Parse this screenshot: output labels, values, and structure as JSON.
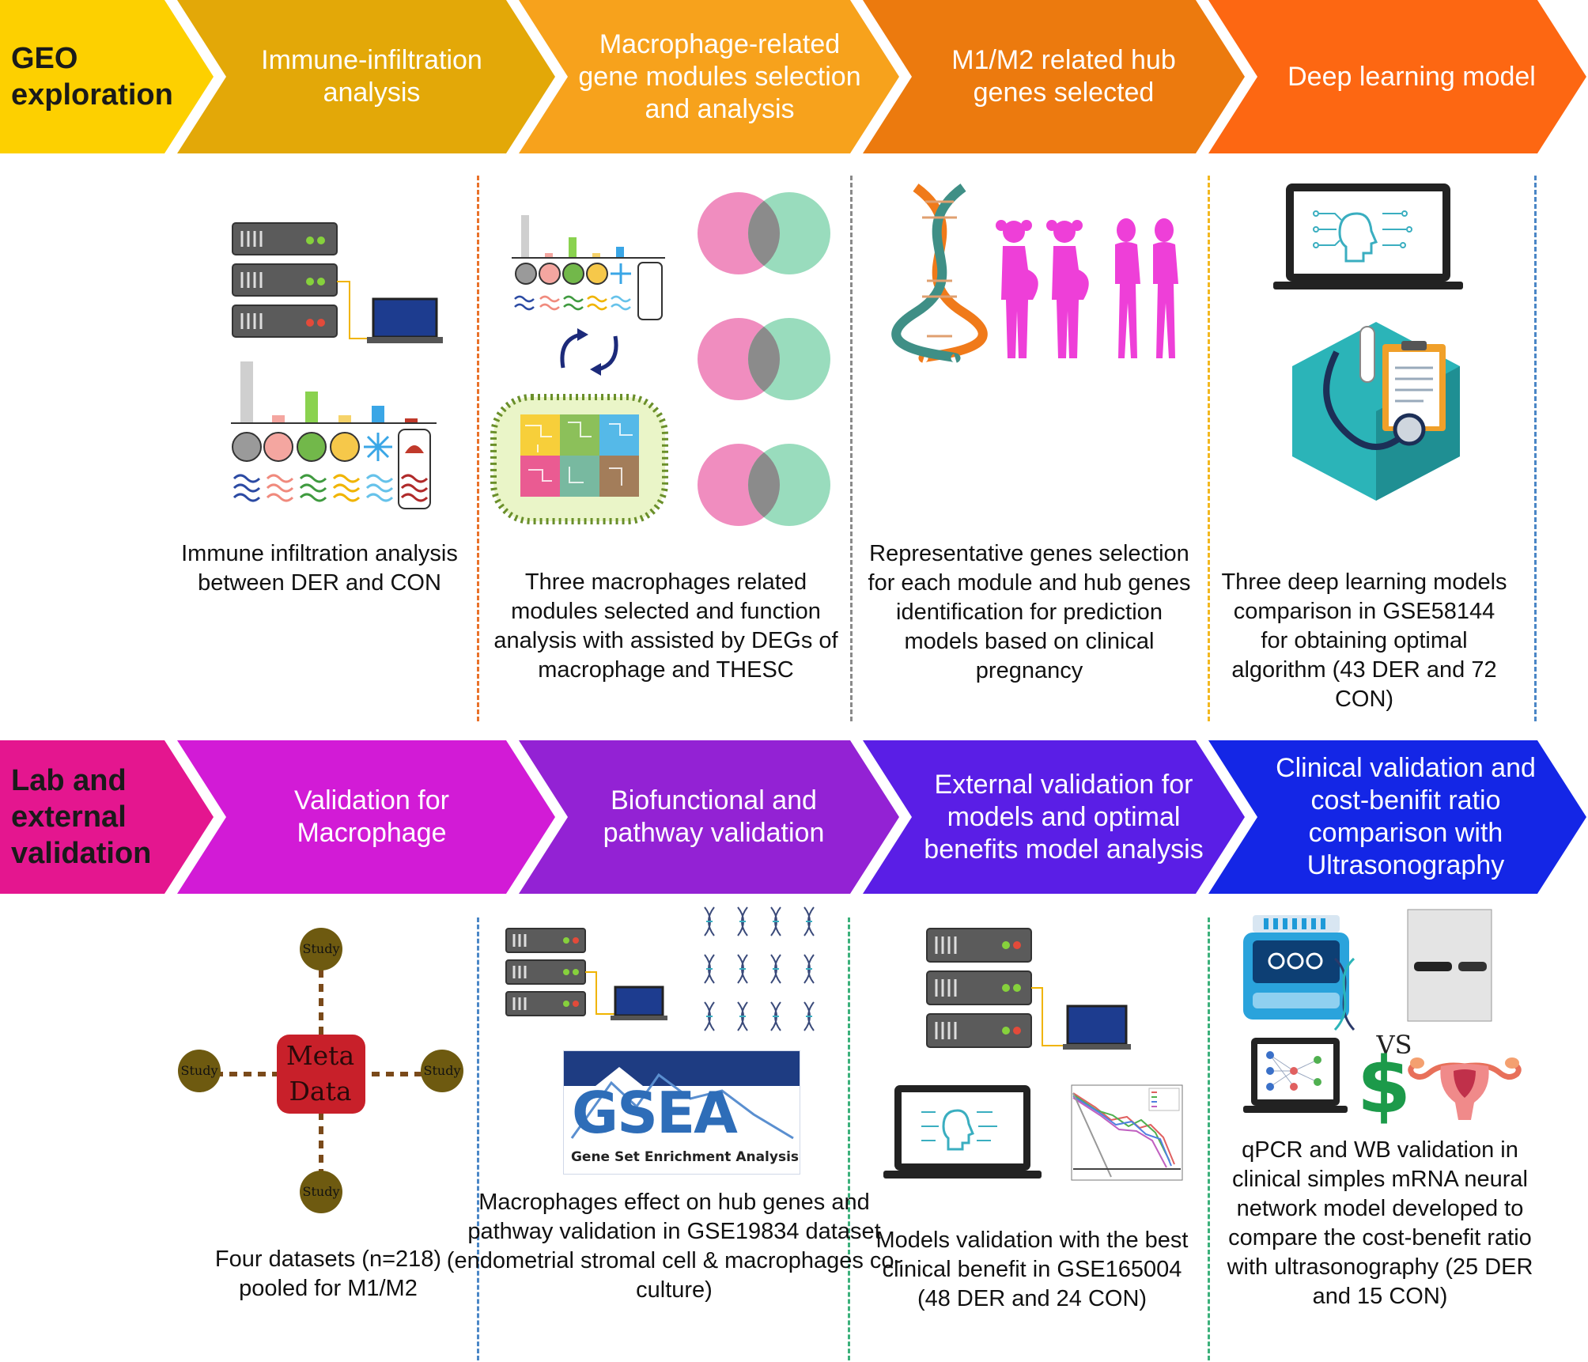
{
  "rows": [
    {
      "title": "GEO exploration",
      "steps": [
        {
          "label": "Immune-infiltration analysis",
          "caption": "Immune infiltration analysis between DER and CON"
        },
        {
          "label": "Macrophage-related gene modules selection and analysis",
          "caption": "Three macrophages related modules selected and function analysis with assisted by DEGs of macrophage and THESC"
        },
        {
          "label": "M1/M2 related hub genes selected",
          "caption": "Representative genes selection for each module and hub genes identification for prediction models based on clinical pregnancy"
        },
        {
          "label": "Deep learning model",
          "caption": "Three deep learning models comparison in GSE58144 for obtaining optimal algorithm (43 DER and 72 CON)"
        }
      ]
    },
    {
      "title": "Lab and external validation",
      "steps": [
        {
          "label": "Validation for Macrophage",
          "caption": "Four datasets (n=218) pooled for M1/M2"
        },
        {
          "label": "Biofunctional and pathway validation",
          "caption": "Macrophages effect on hub genes and pathway validation in GSE19834 dataset (endometrial stromal cell & macrophages co-culture)"
        },
        {
          "label": "External validation for models and optimal benefits model analysis",
          "caption": "Models validation with the best clinical benefit in GSE165004 (48 DER and 24 CON)"
        },
        {
          "label": "Clinical validation and cost-benifit ratio comparison with Ultrasonography",
          "caption": "qPCR and WB validation in clinical simples mRNA neural network model developed to compare the cost-benefit ratio with ultrasonography (25 DER and 15 CON)"
        }
      ]
    }
  ],
  "meta": {
    "center": "Meta Data",
    "node": "Study"
  },
  "gsea": {
    "logo": "GSEA",
    "subtitle": "Gene Set Enrichment Analysis"
  },
  "vs_label": "VS",
  "currency_symbol": "$",
  "colors": {
    "row1": [
      "#fdd000",
      "#e3a808",
      "#f7a21c",
      "#ec7a0e",
      "#fd6712"
    ],
    "row2": [
      "#e4168f",
      "#d21bd6",
      "#9322d4",
      "#5a1ee6",
      "#1426e6"
    ],
    "venn_pink": "#f08dbf",
    "venn_green": "#8ed8b6",
    "dividers": [
      "#e9722a",
      "#8a8a8a",
      "#f3b820",
      "#4a86c6",
      "#3bb07a"
    ]
  }
}
